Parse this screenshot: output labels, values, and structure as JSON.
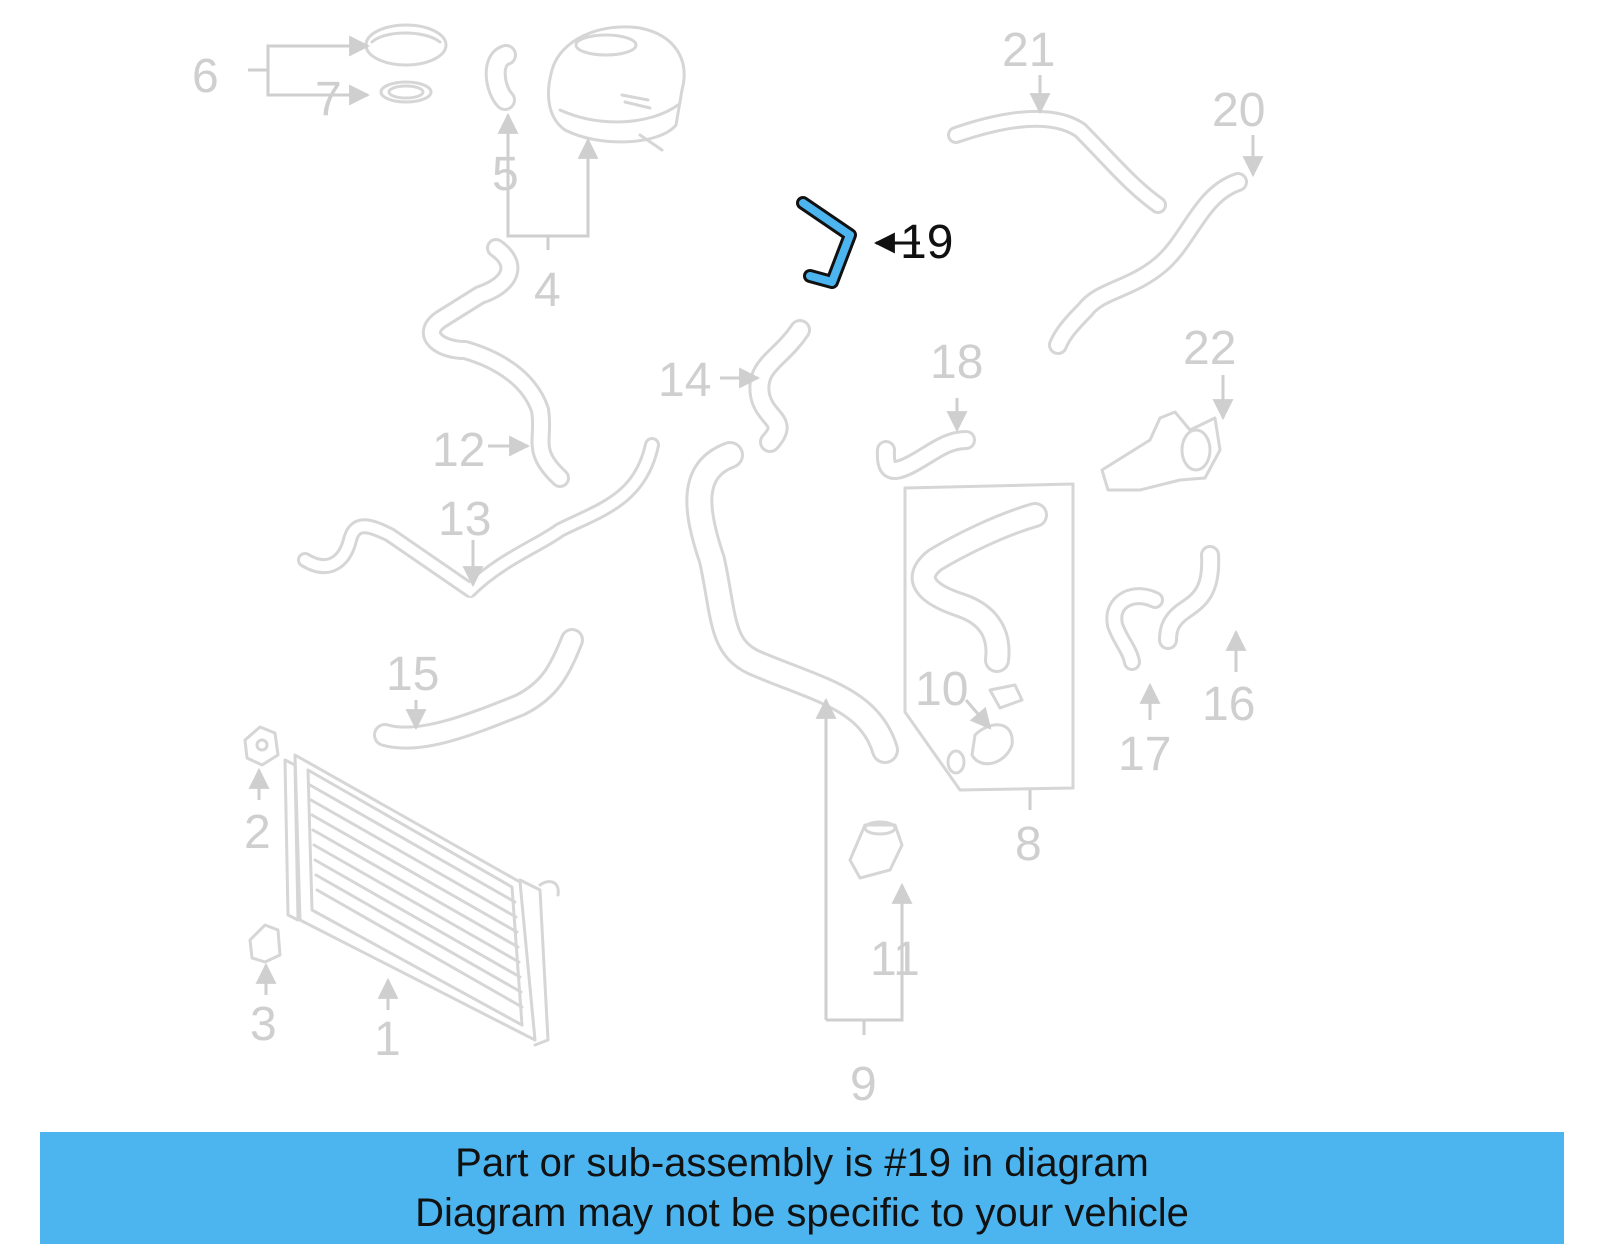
{
  "colors": {
    "highlight": "#4cb5ef",
    "part_line": "#d6d6d6",
    "callout_text": "#cfcfcf",
    "highlight_text": "#111111",
    "banner": "#4cb5ef"
  },
  "callouts": {
    "c1": "1",
    "c2": "2",
    "c3": "3",
    "c4": "4",
    "c5": "5",
    "c6": "6",
    "c7": "7",
    "c8": "8",
    "c9": "9",
    "c10": "10",
    "c11": "11",
    "c12": "12",
    "c13": "13",
    "c14": "14",
    "c15": "15",
    "c16": "16",
    "c17": "17",
    "c18": "18",
    "c19": "19",
    "c20": "20",
    "c21": "21",
    "c22": "22"
  },
  "banner": {
    "line1": "Part or sub-assembly is #19 in diagram",
    "line2": "Diagram may not be specific to your vehicle"
  }
}
